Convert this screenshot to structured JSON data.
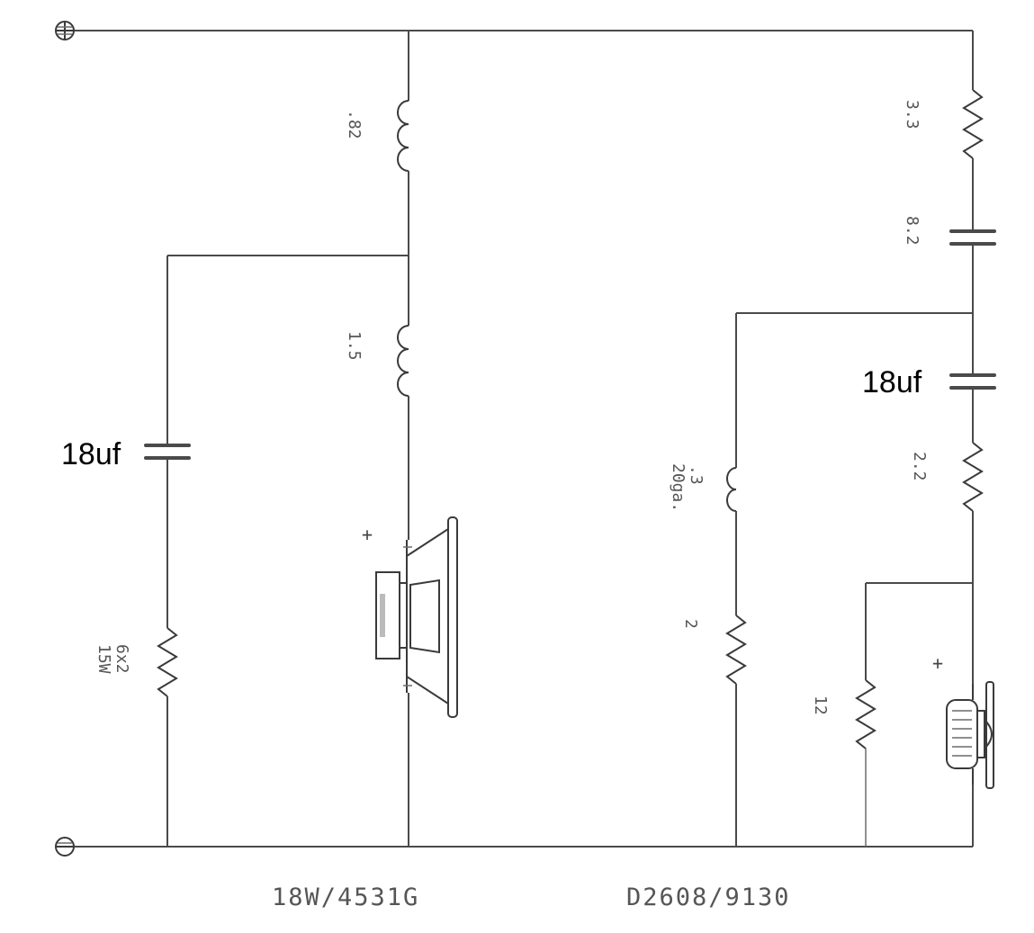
{
  "terminals": {
    "positive": "+",
    "negative": "−"
  },
  "woofer_section": {
    "inductor_l1": ".82",
    "inductor_l2": "1.5",
    "shunt_cap": "18uf",
    "shunt_resistor": [
      "6x2",
      "15W"
    ],
    "driver_polarity": "+",
    "driver_model": "18W/4531G"
  },
  "tweeter_section": {
    "series_resistor_1": "3.3",
    "series_cap_1": "8.2",
    "series_cap_2": "18uf",
    "series_resistor_2": "2.2",
    "shunt_inductor": [
      ".3",
      "20ga."
    ],
    "shunt_resistor": "2",
    "parallel_resistor": "12",
    "driver_polarity": "+",
    "driver_model": "D2608/9130"
  }
}
